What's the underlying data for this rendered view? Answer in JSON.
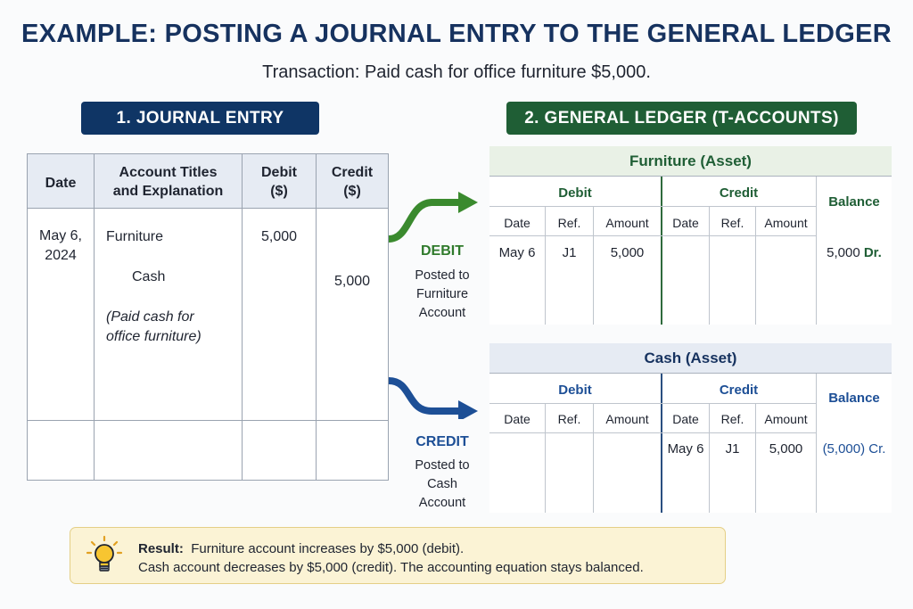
{
  "title": "EXAMPLE: POSTING A JOURNAL ENTRY TO THE GENERAL LEDGER",
  "subtitle": "Transaction: Paid cash for office furniture $5,000.",
  "colors": {
    "navy": "#0f3565",
    "green": "#1f5e35",
    "debit_arrow": "#3a8a2e",
    "credit_arrow": "#1d4f96",
    "result_bg": "#fbf3d5"
  },
  "journal": {
    "heading": "1. JOURNAL ENTRY",
    "columns": {
      "date": "Date",
      "titles_1": "Account Titles",
      "titles_2": "and Explanation",
      "debit_1": "Debit",
      "debit_2": "($)",
      "credit_1": "Credit",
      "credit_2": "($)"
    },
    "date_1": "May 6,",
    "date_2": "2024",
    "debit_account": "Furniture",
    "credit_account": "Cash",
    "explanation_1": "(Paid cash for",
    "explanation_2": "office furniture)",
    "debit_amount": "5,000",
    "credit_amount": "5,000"
  },
  "ledger": {
    "heading": "2. GENERAL LEDGER (T-ACCOUNTS)",
    "headers": {
      "debit": "Debit",
      "credit": "Credit",
      "balance": "Balance",
      "date": "Date",
      "ref": "Ref.",
      "amount": "Amount"
    },
    "furniture": {
      "title": "Furniture (Asset)",
      "debit_date": "May 6",
      "debit_ref": "J1",
      "debit_amount": "5,000",
      "balance_value": "5,000",
      "balance_side": "Dr."
    },
    "cash": {
      "title": "Cash (Asset)",
      "credit_date": "May 6",
      "credit_ref": "J1",
      "credit_amount": "5,000",
      "balance_value": "(5,000)",
      "balance_side": "Cr."
    }
  },
  "arrows": {
    "debit_label": "DEBIT",
    "debit_text_1": "Posted to",
    "debit_text_2": "Furniture",
    "debit_text_3": "Account",
    "credit_label": "CREDIT",
    "credit_text_1": "Posted to",
    "credit_text_2": "Cash",
    "credit_text_3": "Account"
  },
  "result": {
    "label": "Result:",
    "line_1": "Furniture account increases by $5,000 (debit).",
    "line_2": "Cash account decreases by $5,000 (credit). The accounting equation stays balanced."
  }
}
